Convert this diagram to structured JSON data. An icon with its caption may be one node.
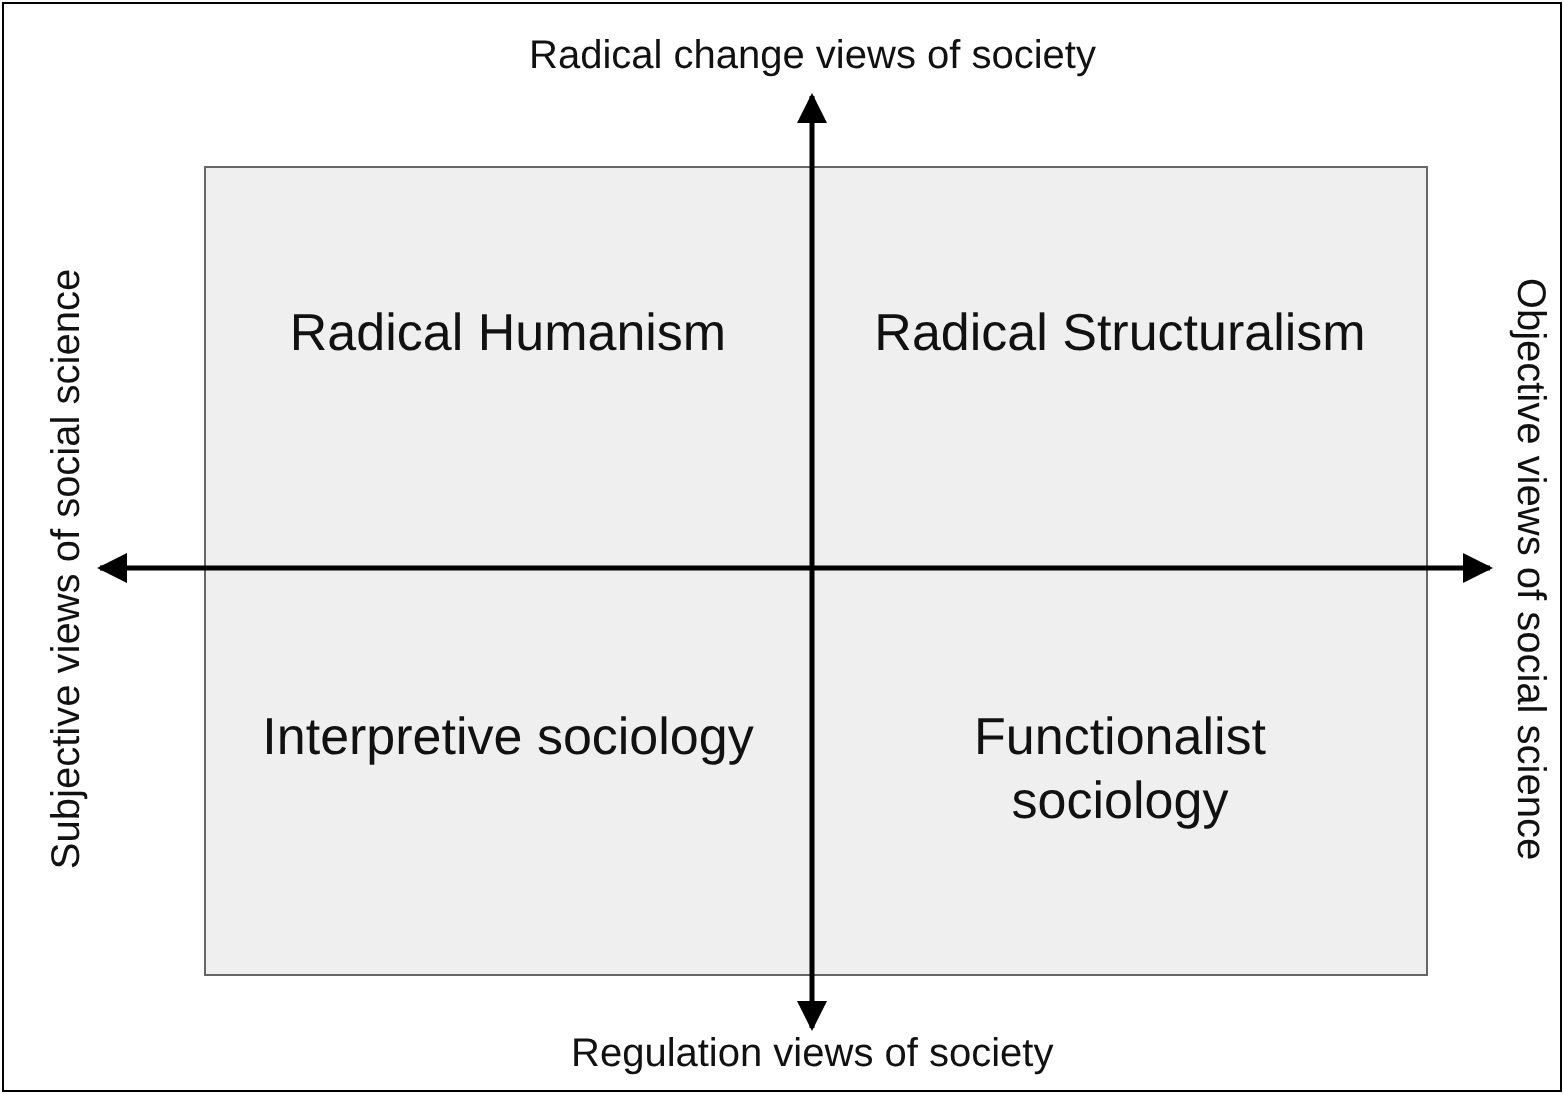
{
  "diagram": {
    "nodes": [
      {
        "text": [
          "Radical Humanism"
        ]
      },
      {
        "text": [
          "Radical Structuralism"
        ]
      },
      {
        "text": [
          "Interpretive sociology"
        ]
      },
      {
        "text": [
          "Functionalist sociology"
        ]
      }
    ],
    "labels": [
      "Radical change views of society",
      "Subjective views of social science",
      "Objective views of social science",
      "Regulation views of society"
    ]
  }
}
